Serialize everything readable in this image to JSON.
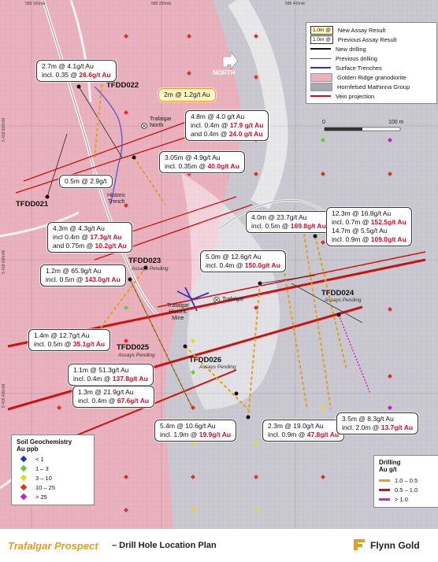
{
  "colors": {
    "granodiorite": "#e9b0bd",
    "hornfels": "#c9c7cf",
    "vein": "#cc1111",
    "drill_low": "#e0a020",
    "drill_mid": "#cc1111",
    "drill_high": "#e020c0",
    "accent": "#f2b705"
  },
  "coords": {
    "top": [
      "588 100mE",
      "588 200mE",
      "588 400mE"
    ],
    "left": [
      "5 418 800mN",
      "5 418 600mN",
      "5 418 400mN"
    ]
  },
  "holes": {
    "TFDD022": "TFDD022",
    "TFDD021": "TFDD021",
    "TFDD023": "TFDD023",
    "TFDD024": "TFDD024",
    "TFDD025": "TFDD025",
    "TFDD026": "TFDD026"
  },
  "subs": {
    "TFDD023": "Assays Pending",
    "TFDD024": "Assays Pending",
    "TFDD025": "Assays Pending",
    "TFDD026": "Assays Pending"
  },
  "places": {
    "trafalgar_north": "Trafalgar\nNorth",
    "historic_trench": "Historic\nTrench",
    "trafalgar": "Trafalgar",
    "historic_mine": "Trafalgar\nHistoric\nMine"
  },
  "labels": {
    "l1": {
      "a": "2.7m @ 4.1g/t Au",
      "b": "incl. 0.35 @ ",
      "c": "26.6g/t Au"
    },
    "l2": {
      "a": "2m @ 1.2g/t Au"
    },
    "l3": {
      "a": "4.8m @ 4.0 g/t Au",
      "b": "incl. 0.4m @ ",
      "c": "17.9 g/t Au",
      "d": "and 0.4m @ ",
      "e": "24.0 g/t Au"
    },
    "l4": {
      "a": "3.05m @ 4.9g/t Au",
      "b": "incl. 0.35m @ ",
      "c": "40.0g/t Au"
    },
    "l5": {
      "a": "0.5m @ 2.9g/t"
    },
    "l6": {
      "a": "4.0m @ 23.7g/t Au",
      "b": "incl. 0.5m @ ",
      "c": "169.8g/t Au"
    },
    "l7": {
      "a": "12.3m @ 16.8g/t Au",
      "b": "incl. 0.7m @ ",
      "c": "152.5g/t Au",
      "d": "14.7m @ 5.5g/t Au",
      "e": "incl. 0.9m @ ",
      "f": "109.0g/t Au"
    },
    "l8": {
      "a": "4.3m @ 4.3g/t Au",
      "b": "incl 0.4m @ ",
      "c": "17.3g/t Au",
      "d": "and 0.75m @ ",
      "e": "10.2g/t Au"
    },
    "l9": {
      "a": "5.0m @ 12.6g/t Au",
      "b": "incl. 0.4m @ ",
      "c": "150.0g/t Au"
    },
    "l10": {
      "a": "1.2m @ 65.9g/t Au",
      "b": "incl. 0.5m @ ",
      "c": "143.0g/t Au"
    },
    "l11": {
      "a": "1.4m @ 12.7g/t Au",
      "b": "incl. 0.5m @ ",
      "c": "35.1g/t Au"
    },
    "l12": {
      "a": "1.1m @ 51.3g/t Au",
      "b": "incl. 0.4m @ ",
      "c": "137.8g/t Au"
    },
    "l13": {
      "a": "1.3m @ 21.9g/t Au",
      "b": "incl. 0.4m @ ",
      "c": "67.6g/t Au"
    },
    "l14": {
      "a": "5.4m @ 10.6g/t Au",
      "b": "incl. 1.9m @ ",
      "c": "19.9g/t Au"
    },
    "l15": {
      "a": "2.3m @ 19.0g/t Au",
      "b": "incl. 0.9m @ ",
      "c": "47.8g/t Au"
    },
    "l16": {
      "a": "3.5m @ 8.3g/t Au",
      "b": "incl. 2.0m @ ",
      "c": "13.7g/t Au"
    }
  },
  "legend": {
    "new_assay": "New Assay Result",
    "new_assay_box": "1.0m @",
    "prev_assay": "Previous Assay Result",
    "prev_assay_box": "1.0m @",
    "new_drilling": "New drilling",
    "prev_drilling": "Previous drilling",
    "trenches": "Surface Trenches",
    "granodiorite": "Golden Ridge granodiorite",
    "hornfels": "Hornfelsed Mathinna Group",
    "vein": "Vein projection"
  },
  "north": "NORTH",
  "scale": {
    "start": "0",
    "end": "100 m"
  },
  "soil": {
    "title": "Soil Geochemistry",
    "unit": "Au ppb",
    "items": [
      "< 1",
      "1 – 3",
      "3 – 10",
      "10 – 25",
      "> 25"
    ],
    "colors": [
      "#2233cc",
      "#66cc33",
      "#dddd22",
      "#dd3322",
      "#bb22cc"
    ]
  },
  "drill_legend": {
    "title": "Drilling",
    "unit": "Au g/t",
    "items": [
      "1.0 – 0.5",
      "0.5 – 1.0",
      "> 1.0"
    ]
  },
  "footer": {
    "title": "Trafalgar Prospect",
    "subtitle": "– Drill Hole Location Plan",
    "brand": "Flynn Gold"
  }
}
